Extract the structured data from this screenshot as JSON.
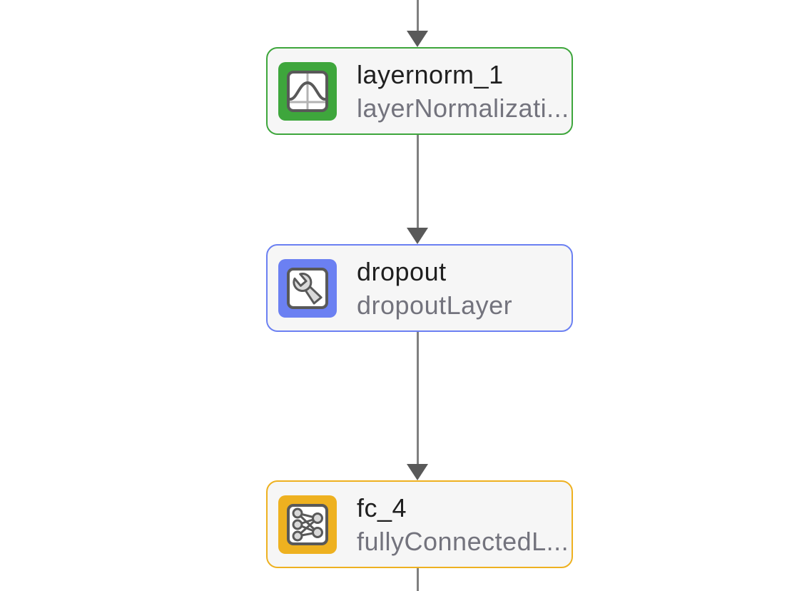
{
  "colors": {
    "background": "#ffffff",
    "node_background": "#f6f6f6",
    "edge_line": "#808080",
    "edge_arrow": "#595959",
    "title_text": "#1f1f1f",
    "subtitle_text": "#73737d"
  },
  "diagram": {
    "nodes": [
      {
        "title": "layernorm_1",
        "subtitle": "layerNormalizati...",
        "accent": "#3ea63c",
        "icon": "gaussian-curve-icon"
      },
      {
        "title": "dropout",
        "subtitle": "dropoutLayer",
        "accent": "#6b80f2",
        "icon": "wrench-icon"
      },
      {
        "title": "fc_4",
        "subtitle": "fullyConnectedL...",
        "accent": "#eeb120",
        "icon": "fully-connected-icon"
      }
    ],
    "edges": [
      {
        "from": "offscreen-top",
        "to": "layernorm_1",
        "arrowhead": true
      },
      {
        "from": "layernorm_1",
        "to": "dropout",
        "arrowhead": true
      },
      {
        "from": "dropout",
        "to": "fc_4",
        "arrowhead": true
      },
      {
        "from": "fc_4",
        "to": "offscreen-bottom",
        "arrowhead": false
      }
    ]
  }
}
